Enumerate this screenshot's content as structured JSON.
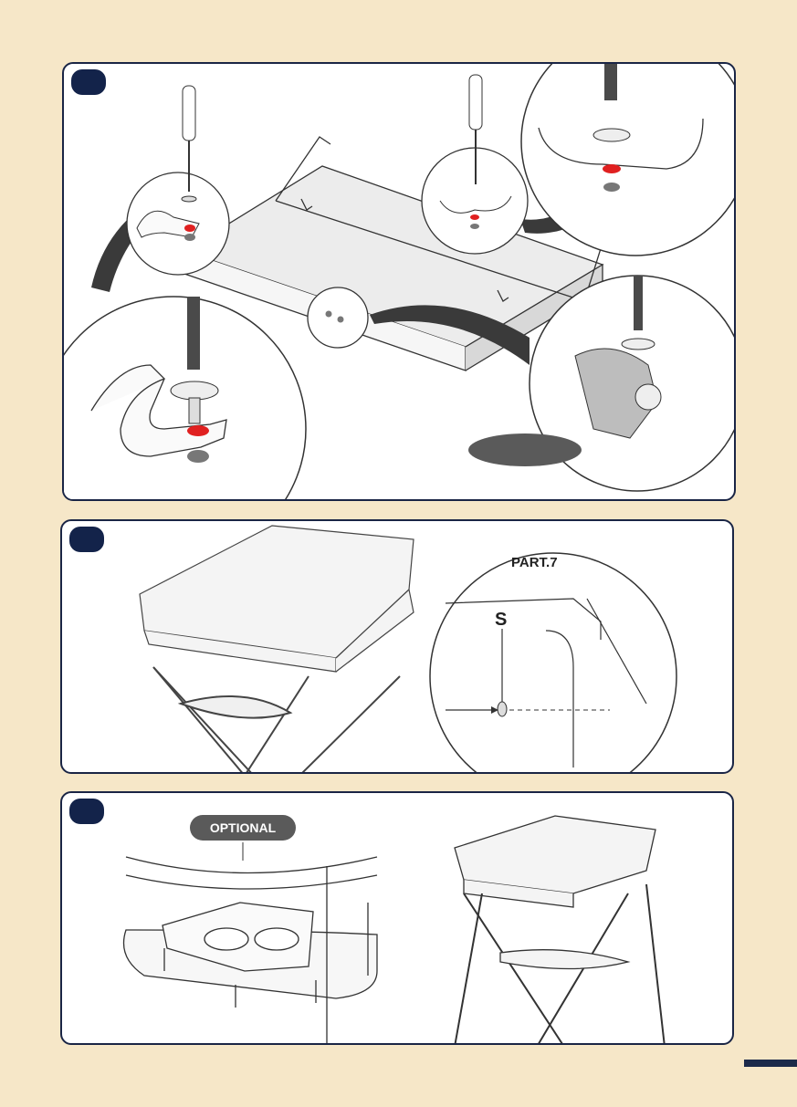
{
  "labels": {
    "part_label": "PART.7",
    "screw_label": "S",
    "optional_label": "OPTIONAL"
  },
  "colors": {
    "page_background": "#f6e7c8",
    "panel_border": "#1a2545",
    "step_badge": "#13234a",
    "highlight_red": "#e02020",
    "optional_pill": "#5a5a5a",
    "page_tab": "#1c2a4a"
  },
  "icons": [
    "screwdriver-icon",
    "screw-icon",
    "arrow-icon"
  ]
}
